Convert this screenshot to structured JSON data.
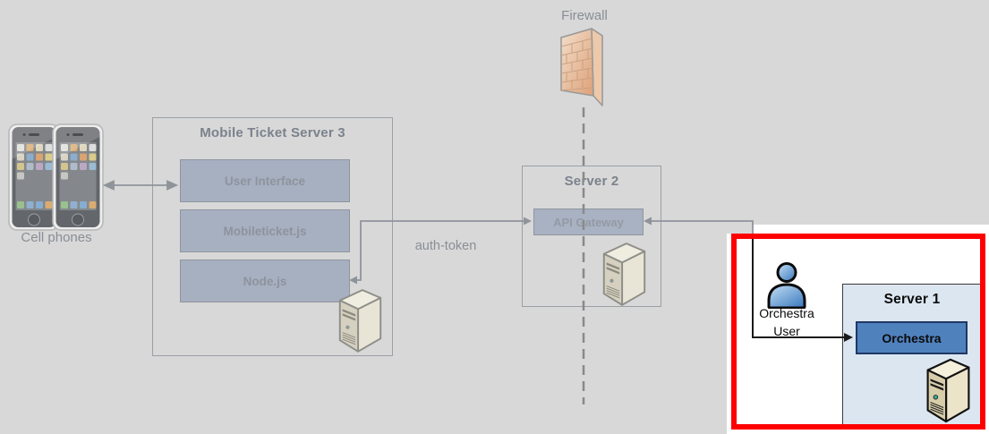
{
  "labels": {
    "firewall": "Firewall",
    "cell_phones": "Cell phones",
    "auth_token": "auth-token",
    "orchestra_user_line1": "Orchestra",
    "orchestra_user_line2": "User"
  },
  "mts3": {
    "title": "Mobile Ticket Server 3",
    "components": [
      "User Interface",
      "Mobileticket.js",
      "Node.js"
    ]
  },
  "server2": {
    "title": "Server 2",
    "component": "API Gateway"
  },
  "server1": {
    "title": "Server 1",
    "component": "Orchestra"
  },
  "icons": {
    "firewall": "brick-wall-icon",
    "cell_phone": "smartphone-icon",
    "server_tower": "server-tower-icon",
    "orchestra_user": "person-icon"
  },
  "colors": {
    "background": "#d8d8d8",
    "highlight_background": "#ffffff",
    "highlight_border_red": "#fe0000",
    "faded_box_fill": "#a6b0c1",
    "faded_box_border": "#8f959e",
    "faded_text": "#8e939d",
    "faded_title_text": "#7b828c",
    "line_grey": "#8f949a",
    "line_black": "#1a1a1a",
    "server1_fill": "#dce6f1",
    "orchestra_fill": "#4f81bd",
    "orchestra_border": "#1f3864",
    "firewall_orange": "#e2a87c",
    "person_blue": "#4f86c6",
    "server_tan": "#e6dcc0"
  }
}
